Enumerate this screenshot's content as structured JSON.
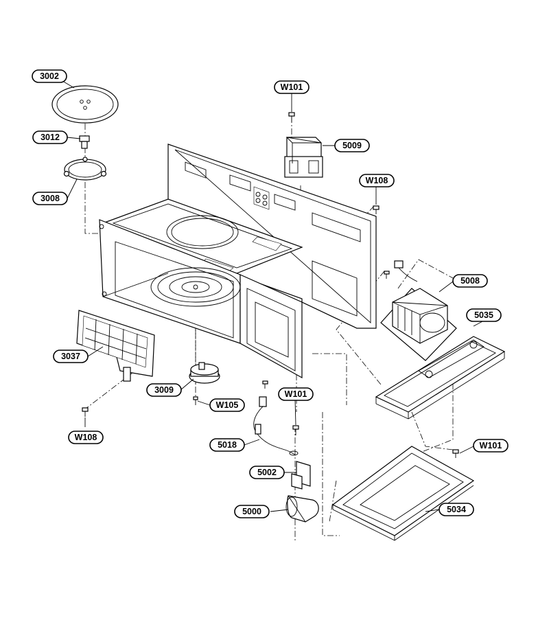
{
  "callouts": {
    "c3002": "3002",
    "c3012": "3012",
    "c3008": "3008",
    "c3037": "3037",
    "c3009": "3009",
    "w105": "W105",
    "w108_left": "W108",
    "w101_top": "W101",
    "c5009": "5009",
    "w108_right": "W108",
    "c5008": "5008",
    "c5035": "5035",
    "w101_mid": "W101",
    "c5018": "5018",
    "c5002": "5002",
    "c5000": "5000",
    "w101_right": "W101",
    "c5034": "5034"
  }
}
